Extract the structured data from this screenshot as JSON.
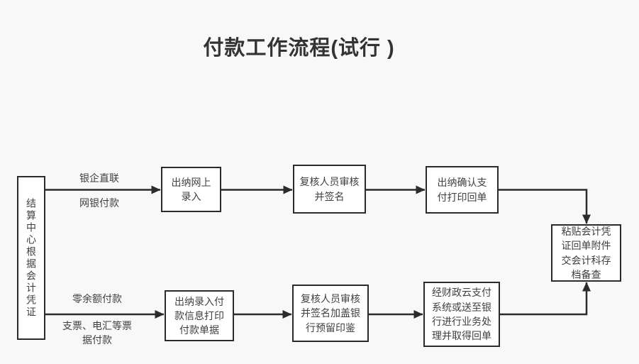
{
  "title": "付款工作流程(试行 )",
  "colors": {
    "background": "#f8f8f8",
    "node_fill": "#ffffff",
    "node_border": "#2b2b2b",
    "text": "#3f3f3f",
    "connector": "#2b2b2b"
  },
  "flowchart": {
    "start": {
      "label": "结算中心根据会计凭证"
    },
    "branches": [
      {
        "label_above": "银企直联",
        "label_below": "网银付款",
        "steps": [
          {
            "lines": [
              "出纳网上",
              "录入"
            ]
          },
          {
            "lines": [
              "复核人员审核",
              "并签名"
            ]
          },
          {
            "lines": [
              "出纳确认支",
              "付打印回单"
            ]
          }
        ]
      },
      {
        "label_above": "零余额付款",
        "label_below": [
          "支票、电汇等票",
          "据付款"
        ],
        "steps": [
          {
            "lines": [
              "出纳录入付",
              "款信息打印",
              "付款单据"
            ]
          },
          {
            "lines": [
              "复核人员审核",
              "并签名加盖银",
              "行预留印鉴"
            ]
          },
          {
            "lines": [
              "经财政云支付",
              "系统或送至银",
              "行进行业务处",
              "理并取得回单"
            ]
          }
        ]
      }
    ],
    "end": {
      "lines": [
        "粘贴会计凭",
        "证回单附件",
        "交会计科存",
        "档备查"
      ]
    }
  }
}
